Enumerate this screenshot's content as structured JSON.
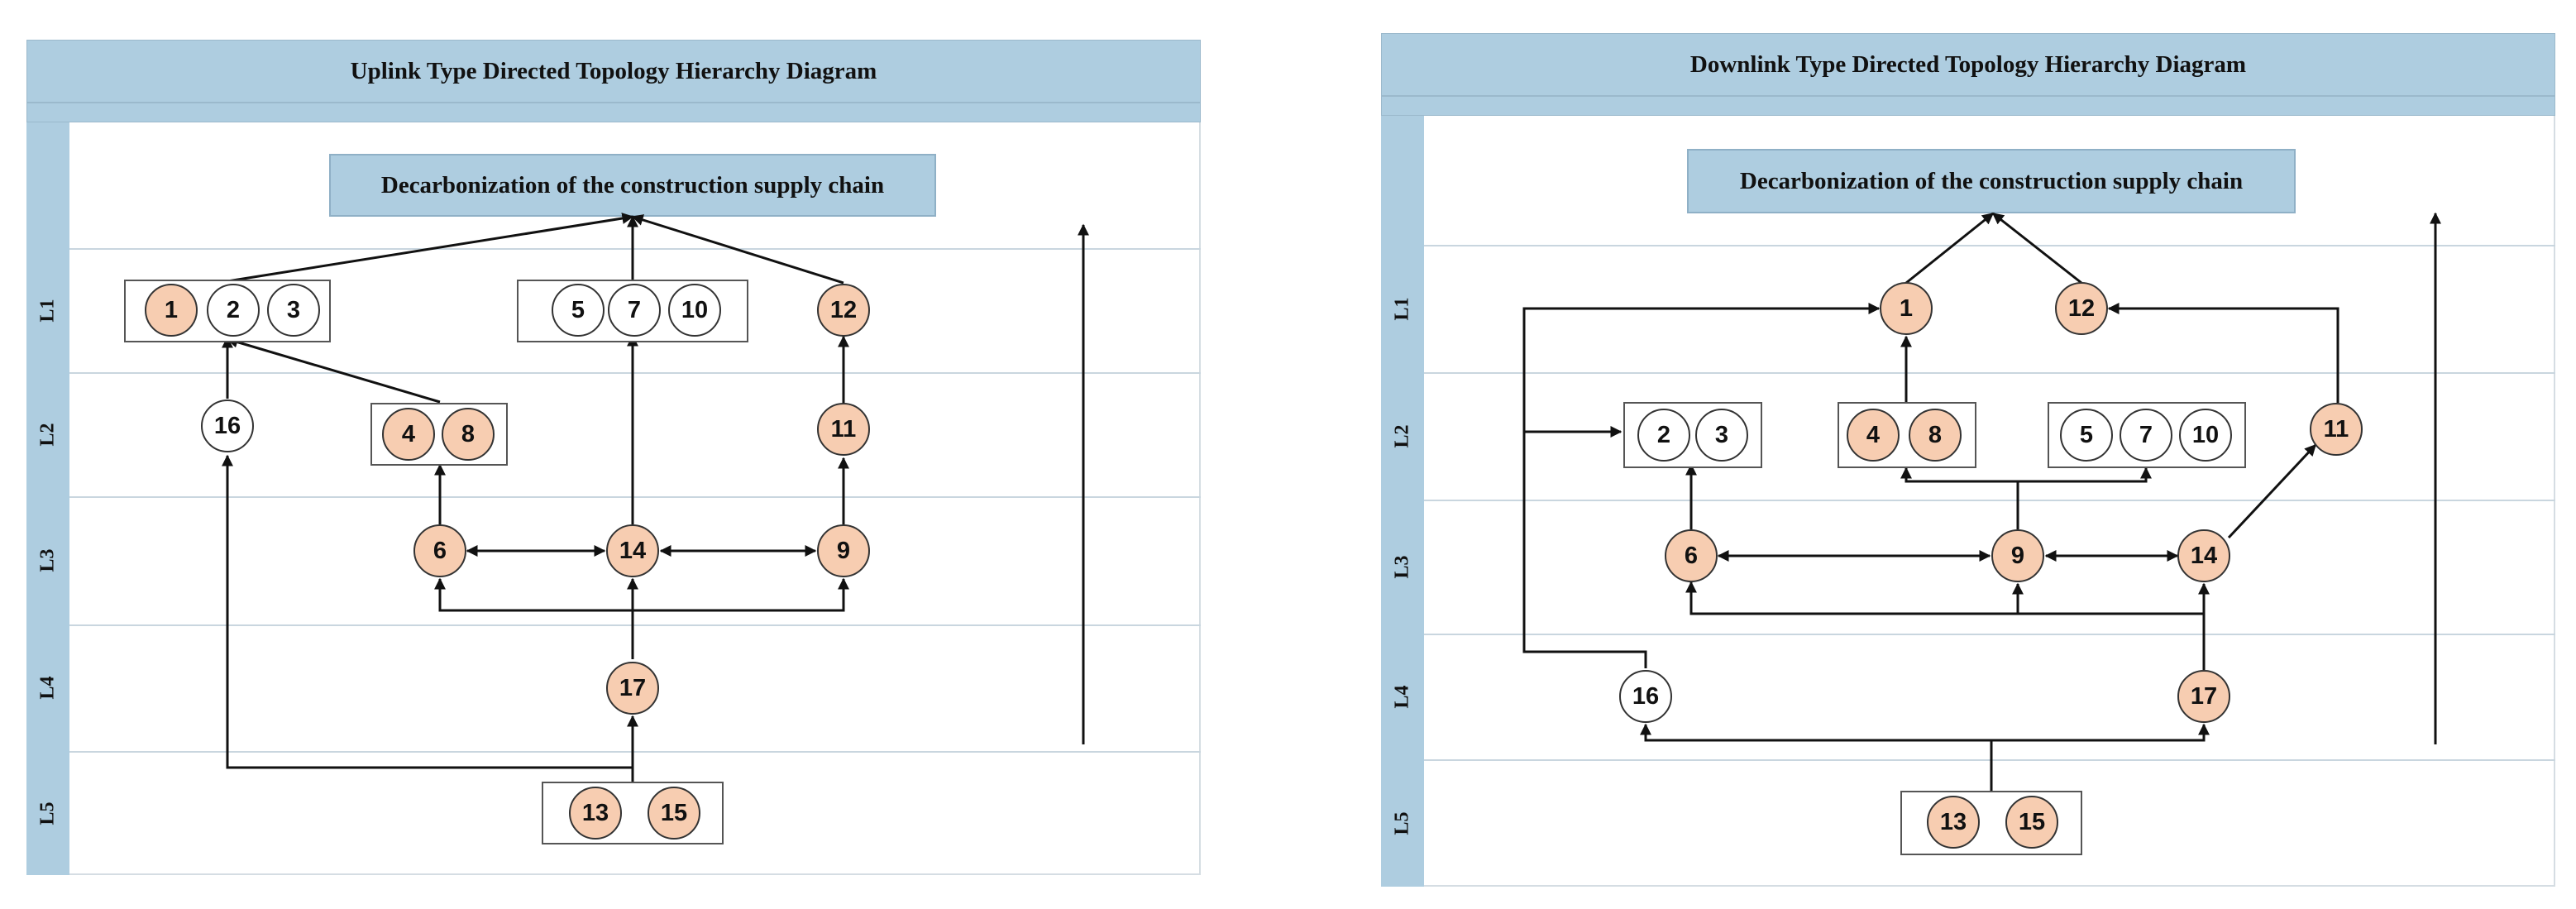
{
  "colors": {
    "header": "#aecde0",
    "highlight_node": "#f7cdb1",
    "plain_node": "#ffffff",
    "line": "#111111"
  },
  "diagrams": [
    {
      "title": "Uplink Type Directed Topology Hierarchy Diagram",
      "goal": "Decarbonization of the construction supply chain",
      "levels": [
        "L1",
        "L2",
        "L3",
        "L4",
        "L5"
      ],
      "groups": [
        {
          "id": "A",
          "nodes": [
            {
              "label": "1",
              "highlight": true
            },
            {
              "label": "2",
              "highlight": false
            },
            {
              "label": "3",
              "highlight": false
            }
          ]
        },
        {
          "id": "B",
          "nodes": [
            {
              "label": "5",
              "highlight": false
            },
            {
              "label": "7",
              "highlight": false
            },
            {
              "label": "10",
              "highlight": false
            }
          ]
        },
        {
          "id": "C",
          "nodes": [
            {
              "label": "12",
              "highlight": true
            }
          ]
        },
        {
          "id": "D",
          "nodes": [
            {
              "label": "16",
              "highlight": false
            }
          ]
        },
        {
          "id": "E",
          "nodes": [
            {
              "label": "4",
              "highlight": true
            },
            {
              "label": "8",
              "highlight": true
            }
          ]
        },
        {
          "id": "F",
          "nodes": [
            {
              "label": "11",
              "highlight": true
            }
          ]
        },
        {
          "id": "G",
          "nodes": [
            {
              "label": "6",
              "highlight": true
            }
          ]
        },
        {
          "id": "H",
          "nodes": [
            {
              "label": "14",
              "highlight": true
            }
          ]
        },
        {
          "id": "I",
          "nodes": [
            {
              "label": "9",
              "highlight": true
            }
          ]
        },
        {
          "id": "J",
          "nodes": [
            {
              "label": "17",
              "highlight": true
            }
          ]
        },
        {
          "id": "K",
          "nodes": [
            {
              "label": "13",
              "highlight": true
            },
            {
              "label": "15",
              "highlight": true
            }
          ]
        }
      ]
    },
    {
      "title": "Downlink Type Directed Topology Hierarchy Diagram",
      "goal": "Decarbonization of the construction supply chain",
      "levels": [
        "L1",
        "L2",
        "L3",
        "L4",
        "L5"
      ],
      "groups": [
        {
          "id": "A",
          "nodes": [
            {
              "label": "1",
              "highlight": true
            }
          ]
        },
        {
          "id": "B",
          "nodes": [
            {
              "label": "12",
              "highlight": true
            }
          ]
        },
        {
          "id": "C",
          "nodes": [
            {
              "label": "2",
              "highlight": false
            },
            {
              "label": "3",
              "highlight": false
            }
          ]
        },
        {
          "id": "D",
          "nodes": [
            {
              "label": "4",
              "highlight": true
            },
            {
              "label": "8",
              "highlight": true
            }
          ]
        },
        {
          "id": "E",
          "nodes": [
            {
              "label": "5",
              "highlight": false
            },
            {
              "label": "7",
              "highlight": false
            },
            {
              "label": "10",
              "highlight": false
            }
          ]
        },
        {
          "id": "F",
          "nodes": [
            {
              "label": "11",
              "highlight": true
            }
          ]
        },
        {
          "id": "G",
          "nodes": [
            {
              "label": "6",
              "highlight": true
            }
          ]
        },
        {
          "id": "H",
          "nodes": [
            {
              "label": "9",
              "highlight": true
            }
          ]
        },
        {
          "id": "I",
          "nodes": [
            {
              "label": "14",
              "highlight": true
            }
          ]
        },
        {
          "id": "J",
          "nodes": [
            {
              "label": "16",
              "highlight": false
            }
          ]
        },
        {
          "id": "K",
          "nodes": [
            {
              "label": "17",
              "highlight": true
            }
          ]
        },
        {
          "id": "L",
          "nodes": [
            {
              "label": "13",
              "highlight": true
            },
            {
              "label": "15",
              "highlight": true
            }
          ]
        }
      ]
    }
  ]
}
